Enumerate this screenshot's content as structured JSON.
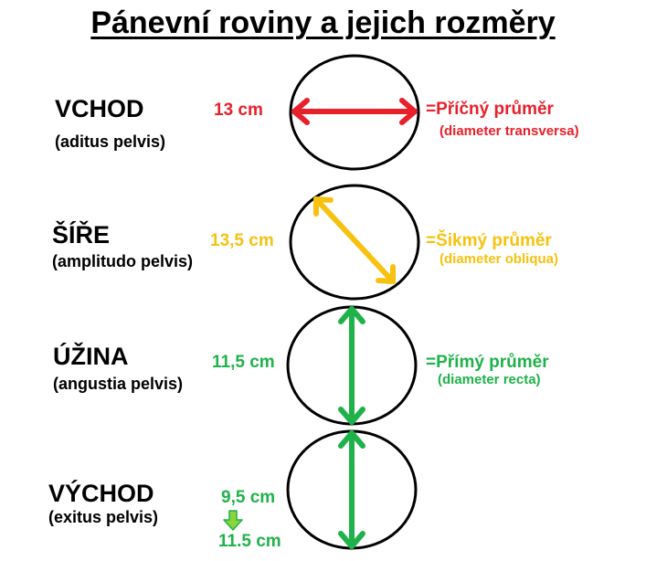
{
  "title": "Pánevní roviny a jejich rozměry",
  "colors": {
    "red": "#e8202a",
    "yellow": "#f7c10f",
    "green": "#1fb24a",
    "light_green": "#8bd43a",
    "outline": "#000000"
  },
  "planes": [
    {
      "name": "VCHOD",
      "latin": "(aditus pelvis)",
      "measure": "13 cm",
      "diameter_name": "=Příčný průměr",
      "diameter_latin": "(diameter transversa)",
      "color": "#e8202a"
    },
    {
      "name": "ŠÍŘE",
      "latin": "(amplitudo pelvis)",
      "measure": "13,5 cm",
      "diameter_name": "=Šikmý průměr",
      "diameter_latin": "(diameter obliqua)",
      "color": "#f7c10f"
    },
    {
      "name": "ÚŽINA",
      "latin": "(angustia pelvis)",
      "measure": "11,5 cm",
      "diameter_name": "=Přímý průměr",
      "diameter_latin": "(diameter recta)",
      "color": "#1fb24a"
    },
    {
      "name": "VÝCHOD",
      "latin": "(exitus pelvis)",
      "measure": "9,5 cm",
      "measure_extended": "11.5 cm",
      "color": "#1fb24a"
    }
  ]
}
